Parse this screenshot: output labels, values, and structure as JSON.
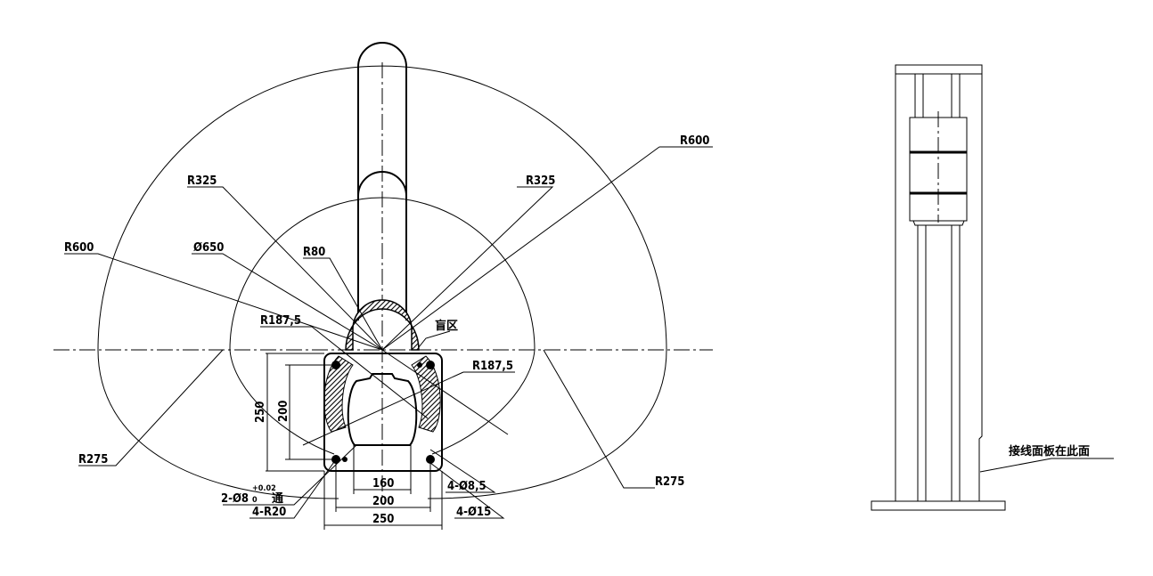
{
  "top_view": {
    "labels": {
      "r600_right": "R600",
      "r600_left": "R600",
      "r325_left": "R325",
      "r325_right": "R325",
      "d650": "Ø650",
      "r80": "R80",
      "r187_left": "R187,5",
      "r187_right": "R187,5",
      "blind_zone": "盲区",
      "r275_left": "R275",
      "r275_right": "R275",
      "hole_2x8_prefix": "2-Ø8",
      "hole_2x8_tol_upper": "+0.02",
      "hole_2x8_tol_lower": "0",
      "hole_2x8_suffix": "通",
      "r20": "4-R20",
      "d8_5": "4-Ø8,5",
      "d15": "4-Ø15"
    },
    "dimensions": {
      "w160": "160",
      "w200": "200",
      "w250": "250",
      "h200": "200",
      "h250": "250"
    }
  },
  "side_view": {
    "note": "接线面板在此面"
  },
  "colors": {
    "line": "#000000",
    "background": "#ffffff"
  }
}
